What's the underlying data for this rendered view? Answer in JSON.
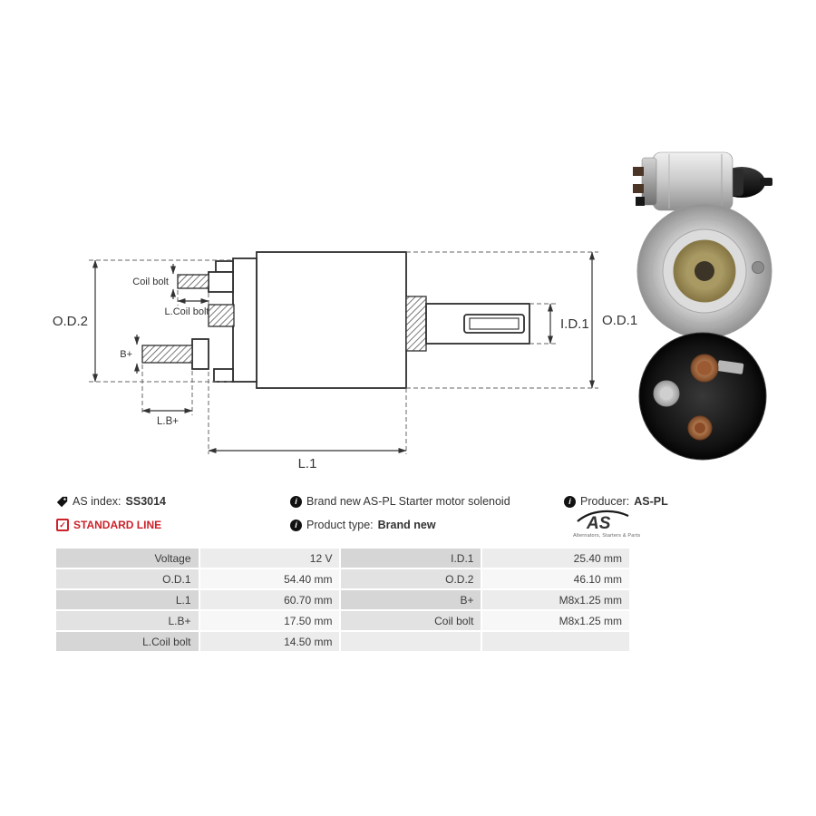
{
  "meta": {
    "as_index_label": "AS index:",
    "as_index_value": "SS3014",
    "standard_line": "STANDARD LINE",
    "description": "Brand new AS-PL Starter motor solenoid",
    "product_type_label": "Product type:",
    "product_type_value": "Brand new",
    "producer_label": "Producer:",
    "producer_value": "AS-PL",
    "info_icon_glyph": "i",
    "check_glyph": "✓",
    "logo": {
      "text": "AS",
      "caption": "Alternators, Starters & Parts"
    }
  },
  "drawing": {
    "labels": {
      "od2": "O.D.2",
      "coil_bolt": "Coil bolt",
      "l_coil_bolt": "L.Coil bolt",
      "b_plus": "B+",
      "l_b_plus": "L.B+",
      "l1": "L.1",
      "id1": "I.D.1",
      "od1": "O.D.1"
    }
  },
  "spec_table": {
    "rows": [
      {
        "c0": "Voltage",
        "c1": "12 V",
        "c2": "I.D.1",
        "c3": "25.40 mm"
      },
      {
        "c0": "O.D.1",
        "c1": "54.40 mm",
        "c2": "O.D.2",
        "c3": "46.10 mm"
      },
      {
        "c0": "L.1",
        "c1": "60.70 mm",
        "c2": "B+",
        "c3": "M8x1.25 mm"
      },
      {
        "c0": "L.B+",
        "c1": "17.50 mm",
        "c2": "Coil bolt",
        "c3": "M8x1.25 mm"
      },
      {
        "c0": "L.Coil bolt",
        "c1": "14.50 mm",
        "c2": "",
        "c3": ""
      }
    ]
  },
  "colors": {
    "accent_red": "#cc2229",
    "table_label_odd": "#d6d6d6",
    "table_value_odd": "#ececec",
    "table_label_even": "#e2e2e2",
    "table_value_even": "#f7f7f7"
  }
}
